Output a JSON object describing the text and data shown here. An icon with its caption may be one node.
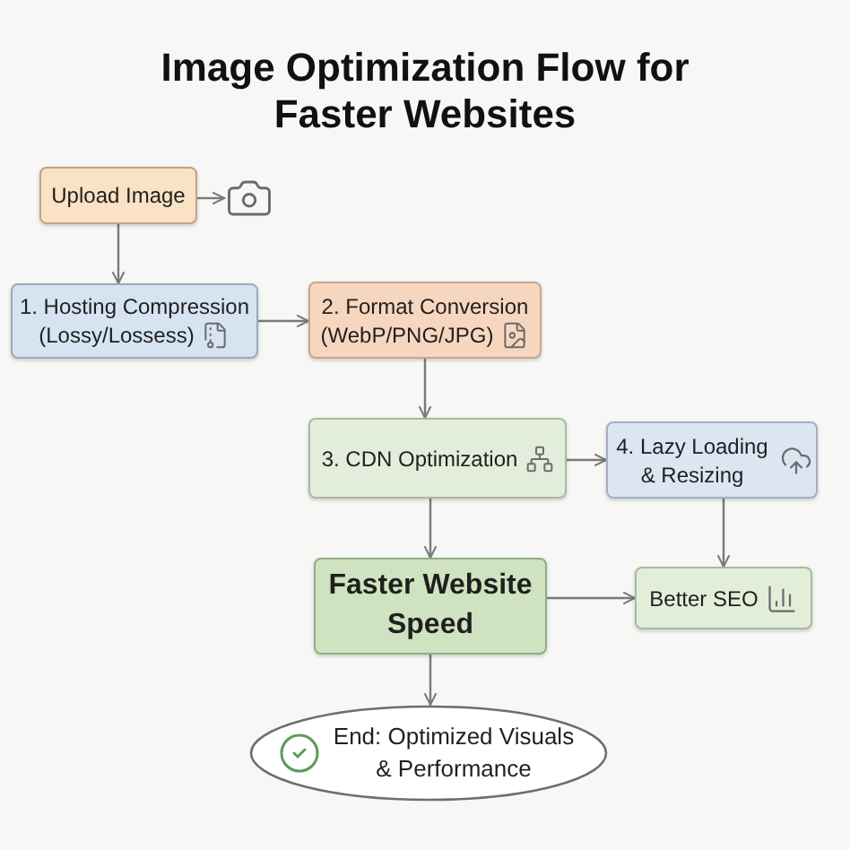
{
  "diagram": {
    "title": "Image Optimization Flow for Faster Websites",
    "nodes": [
      {
        "text": [
          "Upload Image"
        ]
      },
      {
        "text": [],
        "shape": "picture"
      },
      {
        "text": [
          "1. Hosting Compression",
          "(Lossy/Lossess)"
        ]
      },
      {
        "text": [
          "2. Format Conversion",
          "(WebP/PNG/JPG)"
        ]
      },
      {
        "text": [
          "3. CDN Optimization"
        ]
      },
      {
        "text": [
          "4. Lazy Loading & Resizing"
        ]
      },
      {
        "text": [
          "Faster Website Speed"
        ]
      },
      {
        "text": [
          "Better SEO"
        ]
      },
      {
        "text": [
          "End: Optimized Visuals & Performance"
        ]
      }
    ],
    "edges": [
      {
        "from": 0,
        "to": 1,
        "arrow": "to"
      },
      {
        "from": 0,
        "to": 2,
        "arrow": "to"
      },
      {
        "from": 2,
        "to": 3,
        "arrow": "to"
      },
      {
        "from": 3,
        "to": 4,
        "arrow": "to"
      },
      {
        "from": 4,
        "to": 5,
        "arrow": "to"
      },
      {
        "from": 4,
        "to": 6,
        "arrow": "to"
      },
      {
        "from": 5,
        "to": 7,
        "arrow": "to"
      },
      {
        "from": 6,
        "to": 7,
        "arrow": "to"
      },
      {
        "from": 6,
        "to": 8,
        "arrow": "to"
      }
    ]
  }
}
